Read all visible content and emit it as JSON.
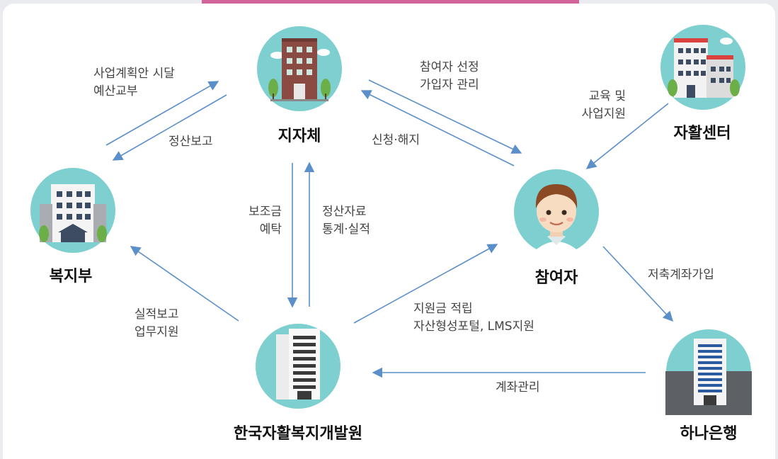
{
  "nodes": {
    "local_gov": {
      "label": "지자체",
      "icon": "government-building-icon"
    },
    "ministry": {
      "label": "복지부",
      "icon": "ministry-building-icon"
    },
    "center": {
      "label": "자활센터",
      "icon": "self-support-center-icon"
    },
    "participant": {
      "label": "참여자",
      "icon": "participant-person-icon"
    },
    "institute": {
      "label": "한국자활복지개발원",
      "icon": "institute-tower-icon"
    },
    "bank": {
      "label": "하나은행",
      "icon": "bank-building-icon"
    }
  },
  "edges": {
    "ministry_to_gov": [
      "사업계획안 시달",
      "예산교부"
    ],
    "gov_to_ministry": [
      "정산보고"
    ],
    "gov_to_participant": [
      "참여자 선정",
      "가입자 관리"
    ],
    "participant_to_gov": [
      "신청·해지"
    ],
    "center_to_participant": [
      "교육 및",
      "사업지원"
    ],
    "gov_to_institute": [
      "보조금",
      "예탁"
    ],
    "institute_to_gov": [
      "정산자료",
      "통계·실적"
    ],
    "institute_to_ministry": [
      "실적보고",
      "업무지원"
    ],
    "institute_to_participant": [
      "지원금 적립",
      "자산형성포털, LMS지원"
    ],
    "participant_to_bank": [
      "저축계좌가입"
    ],
    "bank_to_institute": [
      "계좌관리"
    ]
  },
  "colors": {
    "accent_bar": "#d2649c",
    "arrow": "#5b8fc9",
    "icon_circle": "#7ecfd0"
  }
}
